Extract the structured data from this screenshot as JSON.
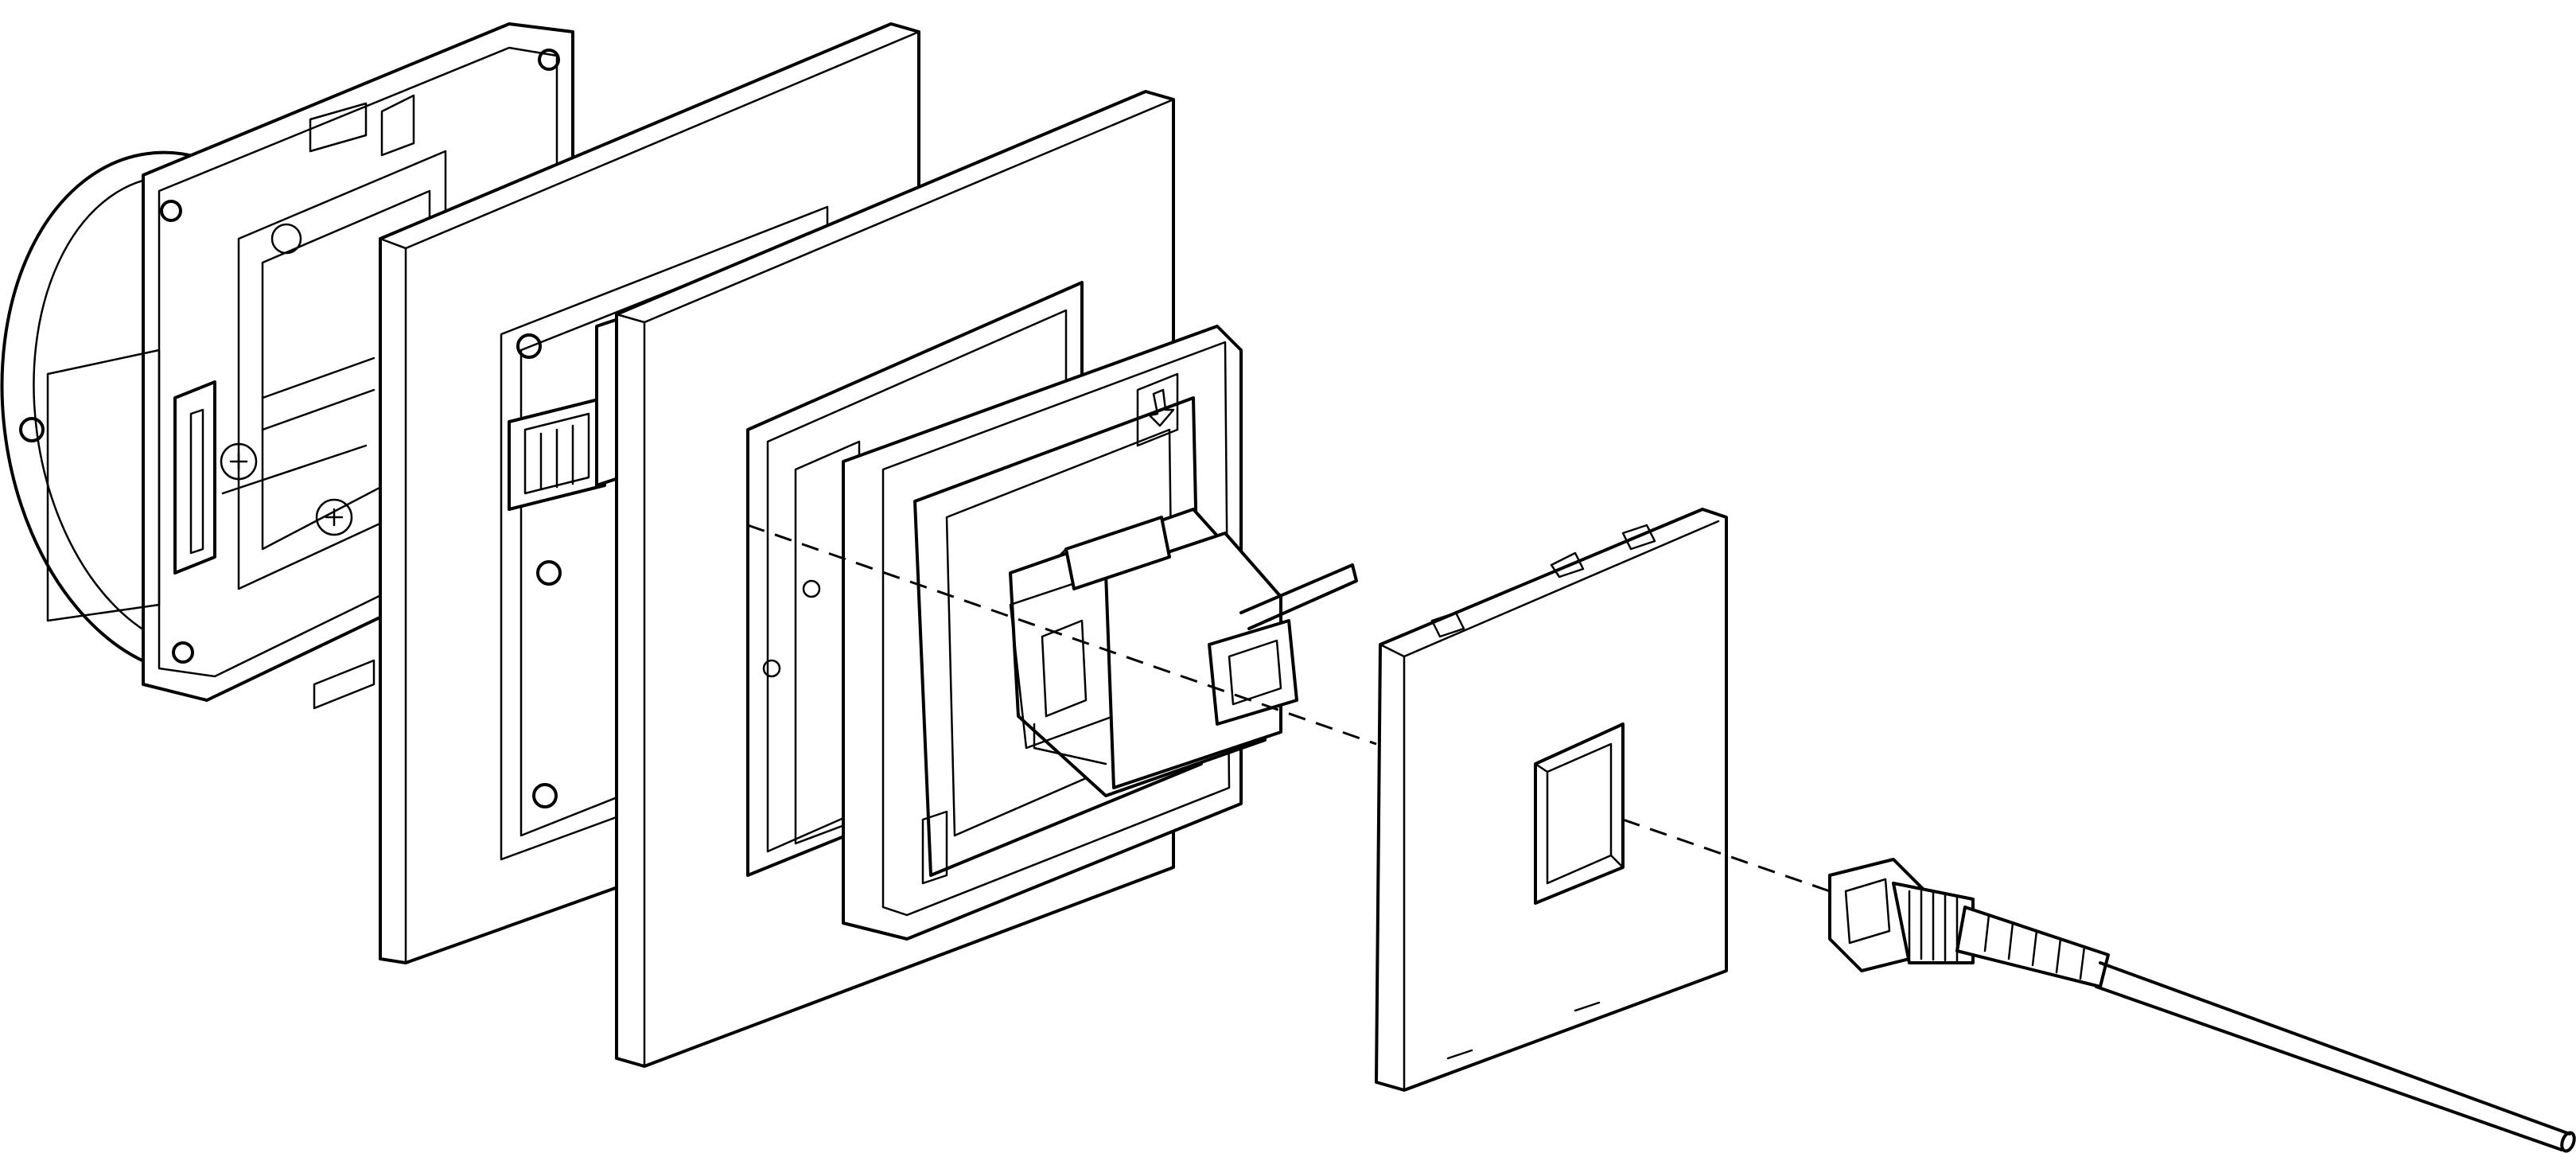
{
  "figure": {
    "type": "exploded-assembly-line-drawing",
    "colors": {
      "stroke": "#000000",
      "background": "#ffffff"
    },
    "components": [
      "wall-box-mount",
      "intermediate-frame",
      "outer-frame",
      "module-support-with-fiber-adapter",
      "front-cover-plate",
      "fiber-optic-connector-cable"
    ]
  }
}
